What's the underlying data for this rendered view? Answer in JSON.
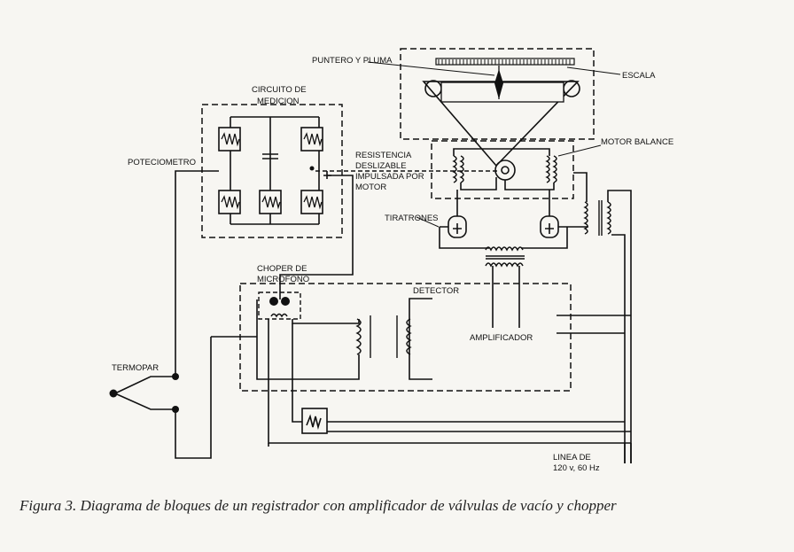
{
  "figure": {
    "labels": {
      "puntero": "PUNTERO Y PLUMA",
      "escala": "ESCALA",
      "circuito_1": "CIRCUITO DE",
      "circuito_2": "MEDICION",
      "motor_balance": "MOTOR BALANCE",
      "resistencia_1": "RESISTENCIA",
      "resistencia_2": "DESLIZABLE",
      "resistencia_3": "IMPULSADA POR",
      "resistencia_4": "MOTOR",
      "potenciometro": "POTECIOMETRO",
      "tiratrones": "TIRATRONES",
      "chopper_1": "CHOPER DE",
      "chopper_2": "MICROFONO",
      "detector": "DETECTOR",
      "amplificador": "AMPLIFICADOR",
      "termopar": "TERMOPAR",
      "linea_1": "LINEA DE",
      "linea_2": "120 v, 60 Hz"
    },
    "caption": {
      "label": "Figura 3.",
      "text": "Diagrama de bloques de un registrador con amplificador de válvulas de vacío y chopper"
    }
  }
}
